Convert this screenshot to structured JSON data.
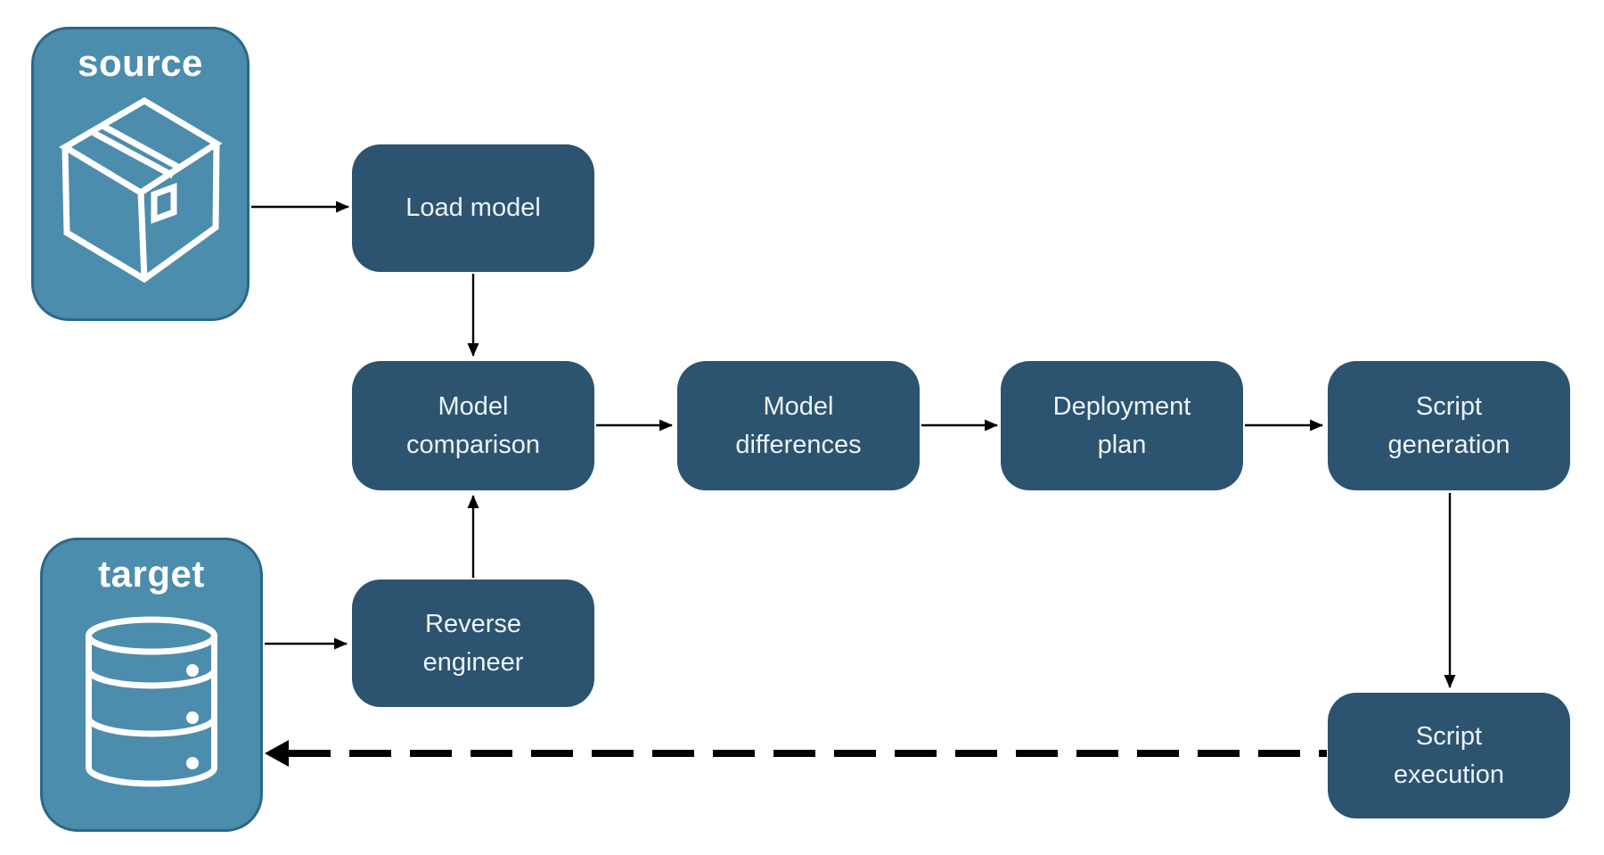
{
  "colors": {
    "background": "#FFFFFF",
    "node_fill": "#2C536F",
    "node_text": "#EEF3F7",
    "endpoint_fill": "#4C8CAC",
    "endpoint_border": "#2C6886",
    "endpoint_text": "#FFFFFF",
    "arrow": "#000000"
  },
  "endpoints": {
    "source": {
      "label": "source",
      "icon": "package-icon"
    },
    "target": {
      "label": "target",
      "icon": "database-icon"
    }
  },
  "nodes": {
    "load_model": {
      "label": "Load model"
    },
    "model_comparison": {
      "label": "Model\ncomparison"
    },
    "model_differences": {
      "label": "Model\ndifferences"
    },
    "deployment_plan": {
      "label": "Deployment\nplan"
    },
    "script_generation": {
      "label": "Script\ngeneration"
    },
    "reverse_engineer": {
      "label": "Reverse\nengineer"
    },
    "script_execution": {
      "label": "Script\nexecution"
    }
  },
  "connections": [
    {
      "from": "source",
      "to": "load_model",
      "style": "solid"
    },
    {
      "from": "load_model",
      "to": "model_comparison",
      "style": "solid"
    },
    {
      "from": "model_comparison",
      "to": "model_differences",
      "style": "solid"
    },
    {
      "from": "model_differences",
      "to": "deployment_plan",
      "style": "solid"
    },
    {
      "from": "deployment_plan",
      "to": "script_generation",
      "style": "solid"
    },
    {
      "from": "script_generation",
      "to": "script_execution",
      "style": "solid"
    },
    {
      "from": "target",
      "to": "reverse_engineer",
      "style": "solid"
    },
    {
      "from": "reverse_engineer",
      "to": "model_comparison",
      "style": "solid"
    },
    {
      "from": "script_execution",
      "to": "target",
      "style": "dashed"
    }
  ]
}
